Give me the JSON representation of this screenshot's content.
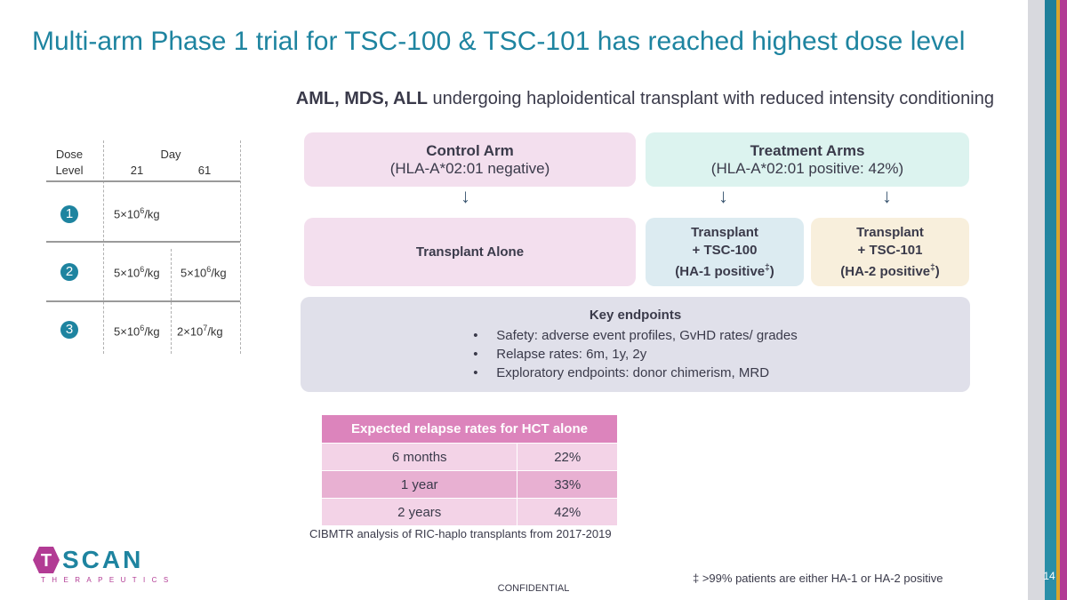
{
  "slide": {
    "title": "Multi-arm Phase 1 trial for TSC-100 & TSC-101 has reached highest dose level",
    "subtitle_bold": "AML, MDS, ALL",
    "subtitle_rest": " undergoing haploidentical transplant with reduced intensity conditioning",
    "page_number": "14",
    "confidential": "CONFIDENTIAL",
    "footnote": "‡ >99% patients are either HA-1 or HA-2 positive"
  },
  "dose_table": {
    "header_dose": "Dose",
    "header_level": "Level",
    "header_day": "Day",
    "day_21": "21",
    "day_61": "61",
    "rows": [
      {
        "level": "1",
        "d21": "5×10",
        "d21_exp": "6",
        "d21_unit": "/kg",
        "d61": "",
        "d61_exp": "",
        "d61_unit": ""
      },
      {
        "level": "2",
        "d21": "5×10",
        "d21_exp": "6",
        "d21_unit": "/kg",
        "d61": "5×10",
        "d61_exp": "6",
        "d61_unit": "/kg"
      },
      {
        "level": "3",
        "d21": "5×10",
        "d21_exp": "6",
        "d21_unit": "/kg",
        "d61": "2×10",
        "d61_exp": "7",
        "d61_unit": "/kg"
      }
    ]
  },
  "control_arm": {
    "title": "Control Arm",
    "sub": "(HLA-A*02:01 negative)",
    "result": "Transplant Alone"
  },
  "treatment_arms": {
    "title": "Treatment Arms",
    "sub": "(HLA-A*02:01 positive: 42%)",
    "arm1": {
      "line1": "Transplant",
      "line2": "+ TSC-100",
      "line3": "(HA-1 positive",
      "mark": "‡",
      "close": ")"
    },
    "arm2": {
      "line1": "Transplant",
      "line2": "+ TSC-101",
      "line3": "(HA-2 positive",
      "mark": "‡",
      "close": ")"
    }
  },
  "arrows": {
    "glyph": "↓"
  },
  "key_endpoints": {
    "title": "Key endpoints",
    "bullet": "•",
    "items": [
      "Safety: adverse event profiles, GvHD rates/ grades",
      "Relapse rates: 6m, 1y, 2y",
      "Exploratory endpoints: donor chimerism, MRD"
    ]
  },
  "relapse_table": {
    "header": "Expected relapse rates for HCT alone",
    "rows": [
      {
        "period": "6 months",
        "rate": "22%"
      },
      {
        "period": "1 year",
        "rate": "33%"
      },
      {
        "period": "2 years",
        "rate": "42%"
      }
    ],
    "source": "CIBMTR analysis of RIC-haplo transplants from 2017-2019"
  },
  "logo": {
    "wordmark_t": "T",
    "wordmark_rest": "SCAN",
    "tagline": "THERAPEUTICS"
  },
  "colors": {
    "accent": "#1e84a0",
    "magenta": "#b23b94",
    "table_header": "#dc84bc"
  }
}
